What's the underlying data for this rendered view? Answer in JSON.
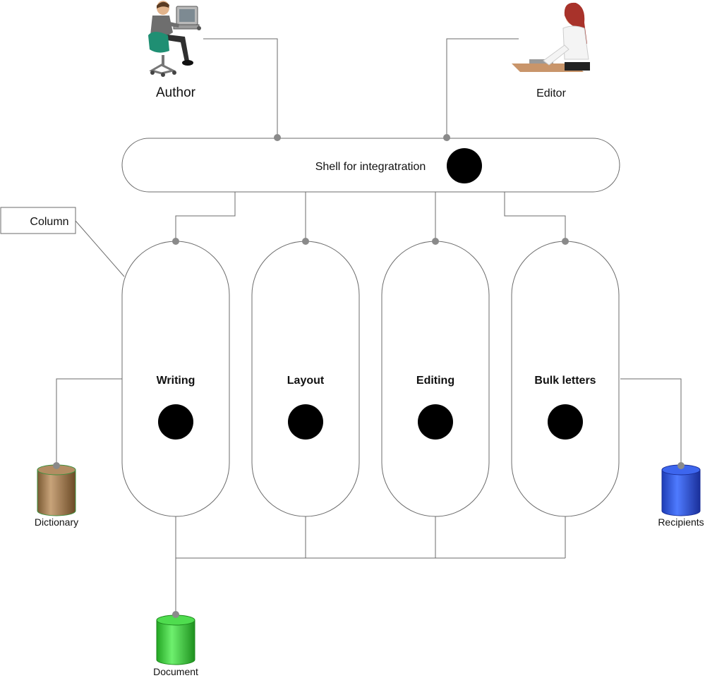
{
  "actors": {
    "author": {
      "label": "Author",
      "icon": "author-at-computer-icon"
    },
    "editor": {
      "label": "Editor",
      "icon": "editor-at-laptop-icon"
    }
  },
  "shell": {
    "label": "Shell for integratration"
  },
  "callout": {
    "label": "Column"
  },
  "columns": [
    {
      "label": "Writing"
    },
    {
      "label": "Layout"
    },
    {
      "label": "Editing"
    },
    {
      "label": "Bulk letters"
    }
  ],
  "stores": {
    "dictionary": {
      "label": "Dictionary",
      "color": "#9c7a52"
    },
    "recipients": {
      "label": "Recipients",
      "color": "#2f55d6"
    },
    "document": {
      "label": "Document",
      "color": "#3cc93c"
    }
  },
  "colors": {
    "line": "#6b6b6b",
    "connector": "#8a8a8a",
    "terminal": "#000000"
  }
}
